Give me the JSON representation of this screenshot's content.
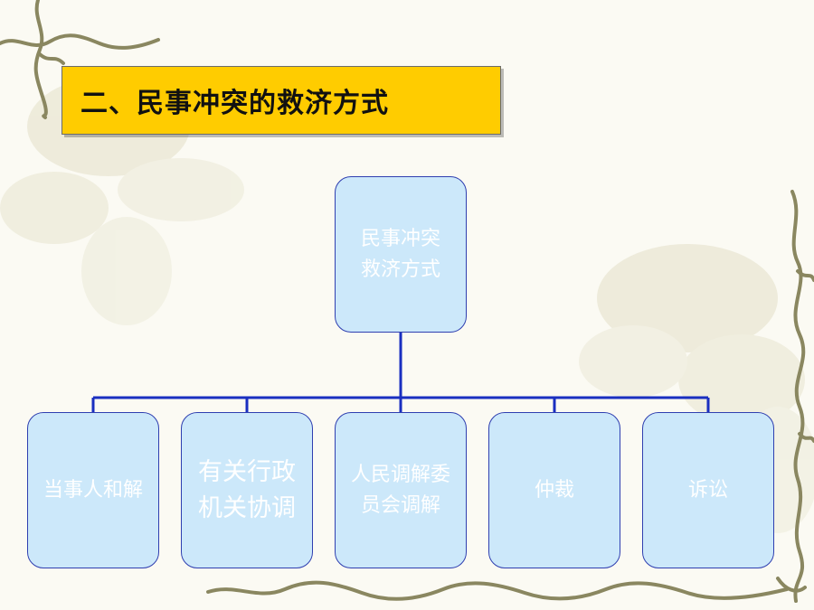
{
  "slide": {
    "title": "二、民事冲突的救济方式"
  },
  "diagram": {
    "root": "民事冲突\n救济方式",
    "children": [
      "当事人和解",
      "有关行政\n机关协调",
      "人民调解委\n员会调解",
      "仲裁",
      "诉讼"
    ]
  },
  "colors": {
    "title_bg": "#ffcc00",
    "node_fill": "#cce8fa",
    "node_border": "#2f3fb0",
    "connector": "#1a2fc0",
    "vine": "#8a8760",
    "node_text": "#ffffff"
  }
}
